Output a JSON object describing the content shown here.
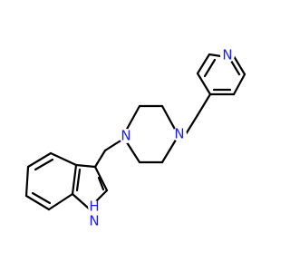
{
  "colors": {
    "background": "#ffffff",
    "bond": "#000000",
    "nitrogen": "#1a1aff"
  },
  "atoms": {
    "pyridine_n": {
      "label": "N"
    },
    "piperazine_n_top": {
      "label": "N"
    },
    "piperazine_n_left": {
      "label": "N"
    },
    "indole_nh": {
      "label": "H",
      "sub": "N"
    }
  }
}
